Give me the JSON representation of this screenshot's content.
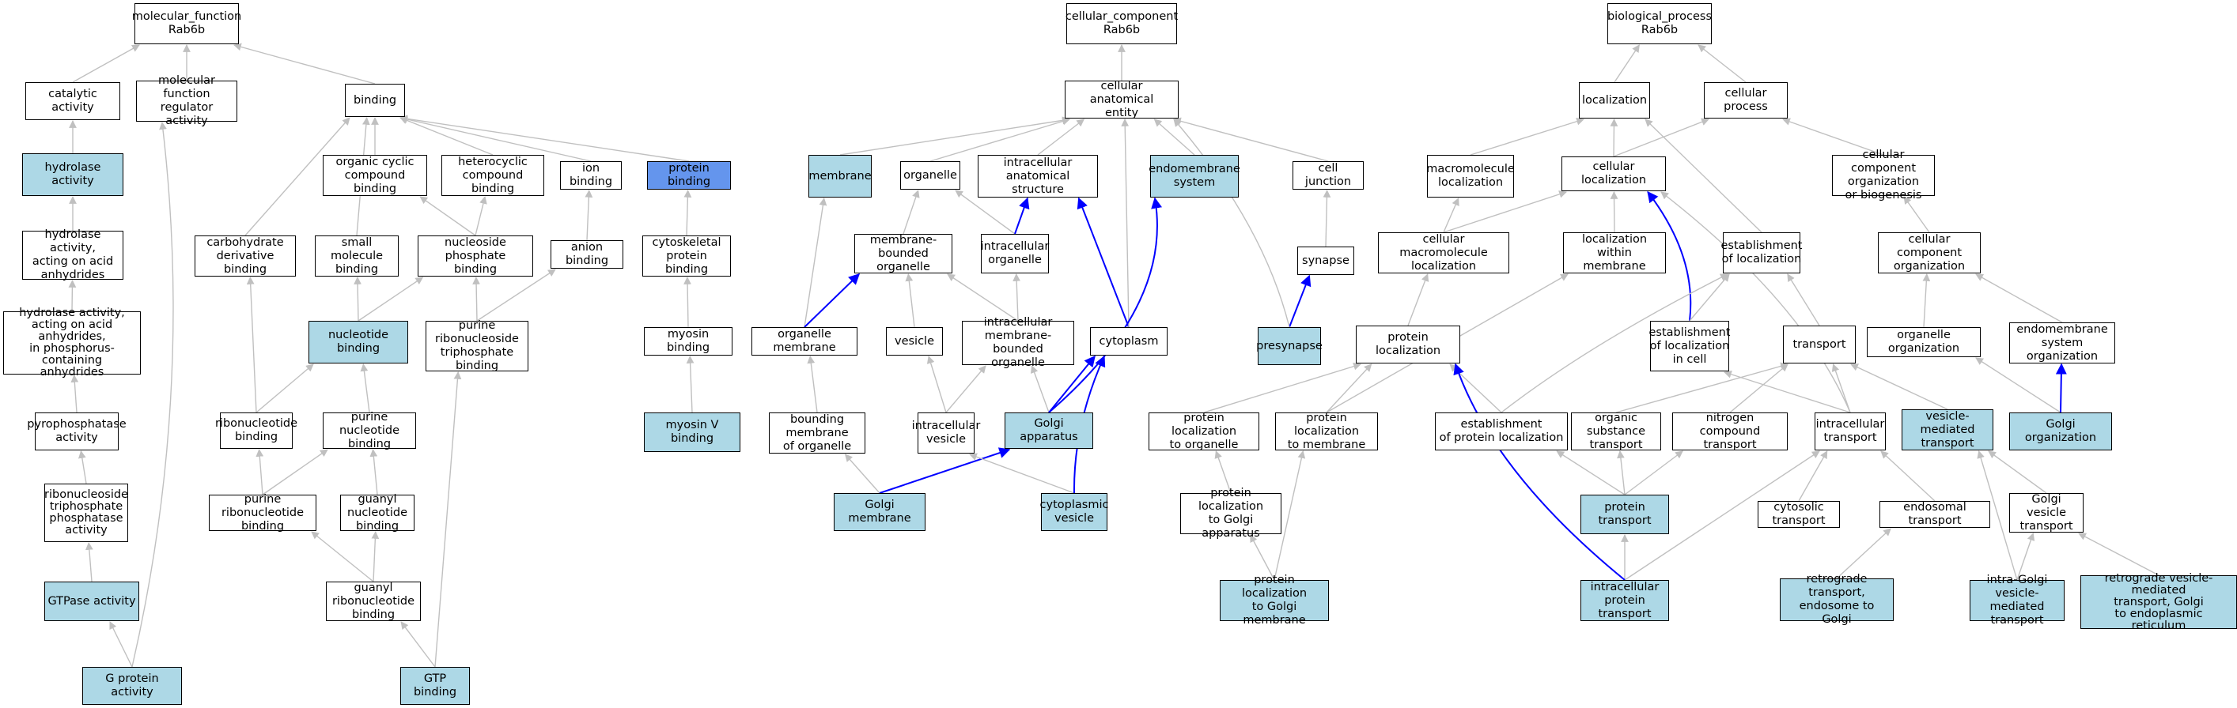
{
  "colors": {
    "normal": "#ffffff",
    "highlight": "#add8e6",
    "selected": "#6495ed",
    "edge_gray": "#c0c0c0",
    "edge_blue": "#0000ff"
  },
  "nodes": [
    {
      "id": "mf",
      "label": "molecular_function\nRab6b",
      "fill": "normal"
    },
    {
      "id": "catalytic",
      "label": "catalytic activity",
      "fill": "normal"
    },
    {
      "id": "mfreg",
      "label": "molecular function\nregulator activity",
      "fill": "normal"
    },
    {
      "id": "binding",
      "label": "binding",
      "fill": "normal"
    },
    {
      "id": "hydrolase",
      "label": "hydrolase activity",
      "fill": "highlight"
    },
    {
      "id": "organiccyclic",
      "label": "organic cyclic\ncompound binding",
      "fill": "normal"
    },
    {
      "id": "heterocyclic",
      "label": "heterocyclic\ncompound binding",
      "fill": "normal"
    },
    {
      "id": "ionbinding",
      "label": "ion binding",
      "fill": "normal"
    },
    {
      "id": "proteinbinding",
      "label": "protein binding",
      "fill": "selected"
    },
    {
      "id": "hydrolaseanh",
      "label": "hydrolase activity,\nacting on acid\nanhydrides",
      "fill": "normal"
    },
    {
      "id": "carbohydrate",
      "label": "carbohydrate\nderivative binding",
      "fill": "normal"
    },
    {
      "id": "smallmol",
      "label": "small molecule\nbinding",
      "fill": "normal"
    },
    {
      "id": "nucphos",
      "label": "nucleoside phosphate\nbinding",
      "fill": "normal"
    },
    {
      "id": "anion",
      "label": "anion binding",
      "fill": "normal"
    },
    {
      "id": "cytoskeletal",
      "label": "cytoskeletal\nprotein binding",
      "fill": "normal"
    },
    {
      "id": "hydrolasephos",
      "label": "hydrolase activity,\nacting on acid\nanhydrides,\nin phosphorus-containing\nanhydrides",
      "fill": "normal"
    },
    {
      "id": "nucleotidebinding",
      "label": "nucleotide binding",
      "fill": "highlight"
    },
    {
      "id": "purineribonucleosidetri",
      "label": "purine ribonucleoside\ntriphosphate\nbinding",
      "fill": "normal"
    },
    {
      "id": "myosin",
      "label": "myosin binding",
      "fill": "normal"
    },
    {
      "id": "pyrophosphatase",
      "label": "pyrophosphatase\nactivity",
      "fill": "normal"
    },
    {
      "id": "ribonucleotide",
      "label": "ribonucleotide\nbinding",
      "fill": "normal"
    },
    {
      "id": "purinenucleotide",
      "label": "purine nucleotide\nbinding",
      "fill": "normal"
    },
    {
      "id": "myosinV",
      "label": "myosin V binding",
      "fill": "highlight"
    },
    {
      "id": "ntpase",
      "label": "ribonucleoside\ntriphosphate\nphosphatase\nactivity",
      "fill": "normal"
    },
    {
      "id": "purineribonucleotide",
      "label": "purine ribonucleotide\nbinding",
      "fill": "normal"
    },
    {
      "id": "guanylnucleotide",
      "label": "guanyl nucleotide\nbinding",
      "fill": "normal"
    },
    {
      "id": "gtpase",
      "label": "GTPase activity",
      "fill": "highlight"
    },
    {
      "id": "guanylribo",
      "label": "guanyl ribonucleotide\nbinding",
      "fill": "normal"
    },
    {
      "id": "gprotein",
      "label": "G protein activity",
      "fill": "highlight"
    },
    {
      "id": "gtpbinding",
      "label": "GTP binding",
      "fill": "highlight"
    },
    {
      "id": "cc",
      "label": "cellular_component\nRab6b",
      "fill": "normal"
    },
    {
      "id": "cae",
      "label": "cellular anatomical\nentity",
      "fill": "normal"
    },
    {
      "id": "membrane",
      "label": "membrane",
      "fill": "highlight"
    },
    {
      "id": "organelle",
      "label": "organelle",
      "fill": "normal"
    },
    {
      "id": "ias",
      "label": "intracellular\nanatomical structure",
      "fill": "normal"
    },
    {
      "id": "endomembrane",
      "label": "endomembrane\nsystem",
      "fill": "highlight"
    },
    {
      "id": "celljunction",
      "label": "cell junction",
      "fill": "normal"
    },
    {
      "id": "mbo",
      "label": "membrane-bounded\norganelle",
      "fill": "normal"
    },
    {
      "id": "intorganelle",
      "label": "intracellular\norganelle",
      "fill": "normal"
    },
    {
      "id": "synapse",
      "label": "synapse",
      "fill": "normal"
    },
    {
      "id": "orgmembrane",
      "label": "organelle membrane",
      "fill": "normal"
    },
    {
      "id": "vesicle",
      "label": "vesicle",
      "fill": "normal"
    },
    {
      "id": "imbo",
      "label": "intracellular\nmembrane-bounded\norganelle",
      "fill": "normal"
    },
    {
      "id": "cytoplasm",
      "label": "cytoplasm",
      "fill": "normal"
    },
    {
      "id": "presynapse",
      "label": "presynapse",
      "fill": "highlight"
    },
    {
      "id": "boundingmem",
      "label": "bounding membrane\nof organelle",
      "fill": "normal"
    },
    {
      "id": "intvesicle",
      "label": "intracellular\nvesicle",
      "fill": "normal"
    },
    {
      "id": "golgi",
      "label": "Golgi apparatus",
      "fill": "highlight"
    },
    {
      "id": "golgimem",
      "label": "Golgi membrane",
      "fill": "highlight"
    },
    {
      "id": "cytovesicle",
      "label": "cytoplasmic\nvesicle",
      "fill": "highlight"
    },
    {
      "id": "bp",
      "label": "biological_process\nRab6b",
      "fill": "normal"
    },
    {
      "id": "localization",
      "label": "localization",
      "fill": "normal"
    },
    {
      "id": "cellprocess",
      "label": "cellular process",
      "fill": "normal"
    },
    {
      "id": "macroloc",
      "label": "macromolecule\nlocalization",
      "fill": "normal"
    },
    {
      "id": "cellloc",
      "label": "cellular localization",
      "fill": "normal"
    },
    {
      "id": "ccob",
      "label": "cellular component\norganization\nor biogenesis",
      "fill": "normal"
    },
    {
      "id": "cellmacroloc",
      "label": "cellular macromolecule\nlocalization",
      "fill": "normal"
    },
    {
      "id": "locwithinmem",
      "label": "localization\nwithin membrane",
      "fill": "normal"
    },
    {
      "id": "estloc",
      "label": "establishment\nof localization",
      "fill": "normal"
    },
    {
      "id": "cco",
      "label": "cellular component\norganization",
      "fill": "normal"
    },
    {
      "id": "protloc",
      "label": "protein localization",
      "fill": "normal"
    },
    {
      "id": "estlocincell",
      "label": "establishment\nof localization\nin cell",
      "fill": "normal"
    },
    {
      "id": "transport",
      "label": "transport",
      "fill": "normal"
    },
    {
      "id": "orgorg",
      "label": "organelle organization",
      "fill": "normal"
    },
    {
      "id": "endomemorg",
      "label": "endomembrane\nsystem organization",
      "fill": "normal"
    },
    {
      "id": "protloctoorg",
      "label": "protein localization\nto organelle",
      "fill": "normal"
    },
    {
      "id": "protloctomem",
      "label": "protein localization\nto membrane",
      "fill": "normal"
    },
    {
      "id": "estprotloc",
      "label": "establishment\nof protein localization",
      "fill": "normal"
    },
    {
      "id": "organicsub",
      "label": "organic substance\ntransport",
      "fill": "normal"
    },
    {
      "id": "nitrogen",
      "label": "nitrogen compound\ntransport",
      "fill": "normal"
    },
    {
      "id": "inttransport",
      "label": "intracellular\ntransport",
      "fill": "normal"
    },
    {
      "id": "vesiclemediated",
      "label": "vesicle-mediated\ntransport",
      "fill": "highlight"
    },
    {
      "id": "golgiorg",
      "label": "Golgi organization",
      "fill": "highlight"
    },
    {
      "id": "protloctogolgi",
      "label": "protein localization\nto Golgi apparatus",
      "fill": "normal"
    },
    {
      "id": "proteintransport",
      "label": "protein transport",
      "fill": "highlight"
    },
    {
      "id": "cytosolic",
      "label": "cytosolic transport",
      "fill": "normal"
    },
    {
      "id": "endosomal",
      "label": "endosomal transport",
      "fill": "normal"
    },
    {
      "id": "golgivesicle",
      "label": "Golgi vesicle\ntransport",
      "fill": "normal"
    },
    {
      "id": "protloctogolgimem",
      "label": "protein localization\nto Golgi membrane",
      "fill": "highlight"
    },
    {
      "id": "intprottransport",
      "label": "intracellular\nprotein transport",
      "fill": "highlight"
    },
    {
      "id": "retroendo",
      "label": "retrograde transport,\nendosome to\nGolgi",
      "fill": "highlight"
    },
    {
      "id": "intragolgi",
      "label": "intra-Golgi\nvesicle-mediated\ntransport",
      "fill": "highlight"
    },
    {
      "id": "retrovesicle",
      "label": "retrograde vesicle-mediated\ntransport, Golgi\nto endoplasmic\nreticulum",
      "fill": "highlight"
    }
  ],
  "edges": [
    [
      "catalytic",
      "mf",
      "gray"
    ],
    [
      "mfreg",
      "mf",
      "gray"
    ],
    [
      "binding",
      "mf",
      "gray"
    ],
    [
      "hydrolase",
      "catalytic",
      "gray"
    ],
    [
      "organiccyclic",
      "binding",
      "gray"
    ],
    [
      "heterocyclic",
      "binding",
      "gray"
    ],
    [
      "ionbinding",
      "binding",
      "gray"
    ],
    [
      "proteinbinding",
      "binding",
      "gray"
    ],
    [
      "carbohydrate",
      "binding",
      "gray"
    ],
    [
      "smallmol",
      "binding",
      "gray"
    ],
    [
      "hydrolaseanh",
      "hydrolase",
      "gray"
    ],
    [
      "nucphos",
      "organiccyclic",
      "gray"
    ],
    [
      "nucphos",
      "heterocyclic",
      "gray"
    ],
    [
      "anion",
      "ionbinding",
      "gray"
    ],
    [
      "cytoskeletal",
      "proteinbinding",
      "gray"
    ],
    [
      "hydrolasephos",
      "hydrolaseanh",
      "gray"
    ],
    [
      "nucleotidebinding",
      "smallmol",
      "gray"
    ],
    [
      "nucleotidebinding",
      "nucphos",
      "gray"
    ],
    [
      "purineribonucleosidetri",
      "nucphos",
      "gray"
    ],
    [
      "purineribonucleosidetri",
      "anion",
      "gray"
    ],
    [
      "myosin",
      "cytoskeletal",
      "gray"
    ],
    [
      "pyrophosphatase",
      "hydrolasephos",
      "gray"
    ],
    [
      "ribonucleotide",
      "carbohydrate",
      "gray"
    ],
    [
      "ribonucleotide",
      "nucleotidebinding",
      "gray"
    ],
    [
      "purinenucleotide",
      "nucleotidebinding",
      "gray"
    ],
    [
      "myosinV",
      "myosin",
      "gray"
    ],
    [
      "ntpase",
      "pyrophosphatase",
      "gray"
    ],
    [
      "purineribonucleotide",
      "ribonucleotide",
      "gray"
    ],
    [
      "purineribonucleotide",
      "purinenucleotide",
      "gray"
    ],
    [
      "guanylnucleotide",
      "purinenucleotide",
      "gray"
    ],
    [
      "gtpase",
      "ntpase",
      "gray"
    ],
    [
      "guanylribo",
      "purineribonucleotide",
      "gray"
    ],
    [
      "guanylribo",
      "guanylnucleotide",
      "gray"
    ],
    [
      "gprotein",
      "gtpase",
      "gray"
    ],
    [
      "gprotein",
      "mfreg",
      "gray"
    ],
    [
      "gtpbinding",
      "guanylribo",
      "gray"
    ],
    [
      "gtpbinding",
      "purineribonucleosidetri",
      "gray"
    ],
    [
      "cae",
      "cc",
      "gray"
    ],
    [
      "membrane",
      "cae",
      "gray"
    ],
    [
      "organelle",
      "cae",
      "gray"
    ],
    [
      "ias",
      "cae",
      "gray"
    ],
    [
      "endomembrane",
      "cae",
      "gray"
    ],
    [
      "celljunction",
      "cae",
      "gray"
    ],
    [
      "mbo",
      "organelle",
      "gray"
    ],
    [
      "intorganelle",
      "organelle",
      "gray"
    ],
    [
      "intorganelle",
      "ias",
      "blue"
    ],
    [
      "synapse",
      "celljunction",
      "gray"
    ],
    [
      "orgmembrane",
      "membrane",
      "gray"
    ],
    [
      "orgmembrane",
      "mbo",
      "blue"
    ],
    [
      "vesicle",
      "mbo",
      "gray"
    ],
    [
      "imbo",
      "mbo",
      "gray"
    ],
    [
      "imbo",
      "intorganelle",
      "gray"
    ],
    [
      "cytoplasm",
      "ias",
      "blue"
    ],
    [
      "cytoplasm",
      "cae",
      "gray"
    ],
    [
      "presynapse",
      "synapse",
      "blue"
    ],
    [
      "presynapse",
      "cae",
      "gray"
    ],
    [
      "boundingmem",
      "orgmembrane",
      "gray"
    ],
    [
      "intvesicle",
      "vesicle",
      "gray"
    ],
    [
      "intvesicle",
      "imbo",
      "gray"
    ],
    [
      "golgi",
      "imbo",
      "gray"
    ],
    [
      "golgi",
      "cytoplasm",
      "blue"
    ],
    [
      "golgi",
      "endomembrane",
      "blue"
    ],
    [
      "golgimem",
      "boundingmem",
      "gray"
    ],
    [
      "golgimem",
      "golgi",
      "blue"
    ],
    [
      "cytovesicle",
      "intvesicle",
      "gray"
    ],
    [
      "cytovesicle",
      "cytoplasm",
      "blue"
    ],
    [
      "localization",
      "bp",
      "gray"
    ],
    [
      "cellprocess",
      "bp",
      "gray"
    ],
    [
      "macroloc",
      "localization",
      "gray"
    ],
    [
      "cellloc",
      "localization",
      "gray"
    ],
    [
      "cellloc",
      "cellprocess",
      "gray"
    ],
    [
      "ccob",
      "cellprocess",
      "gray"
    ],
    [
      "cellmacroloc",
      "macroloc",
      "gray"
    ],
    [
      "cellmacroloc",
      "cellloc",
      "gray"
    ],
    [
      "locwithinmem",
      "cellloc",
      "gray"
    ],
    [
      "estloc",
      "localization",
      "gray"
    ],
    [
      "cco",
      "ccob",
      "gray"
    ],
    [
      "protloc",
      "cellmacroloc",
      "gray"
    ],
    [
      "estlocincell",
      "cellloc",
      "blue"
    ],
    [
      "estlocincell",
      "estloc",
      "gray"
    ],
    [
      "transport",
      "estloc",
      "gray"
    ],
    [
      "orgorg",
      "cco",
      "gray"
    ],
    [
      "endomemorg",
      "cco",
      "gray"
    ],
    [
      "protloctoorg",
      "protloc",
      "gray"
    ],
    [
      "protloctomem",
      "protloc",
      "gray"
    ],
    [
      "protloctomem",
      "locwithinmem",
      "gray"
    ],
    [
      "estprotloc",
      "protloc",
      "gray"
    ],
    [
      "estprotloc",
      "estloc",
      "gray"
    ],
    [
      "organicsub",
      "transport",
      "gray"
    ],
    [
      "nitrogen",
      "transport",
      "gray"
    ],
    [
      "inttransport",
      "transport",
      "gray"
    ],
    [
      "inttransport",
      "estlocincell",
      "gray"
    ],
    [
      "inttransport",
      "cellloc",
      "gray"
    ],
    [
      "vesiclemediated",
      "transport",
      "gray"
    ],
    [
      "golgiorg",
      "orgorg",
      "gray"
    ],
    [
      "golgiorg",
      "endomemorg",
      "blue"
    ],
    [
      "protloctogolgi",
      "protloctoorg",
      "gray"
    ],
    [
      "proteintransport",
      "estprotloc",
      "gray"
    ],
    [
      "proteintransport",
      "organicsub",
      "gray"
    ],
    [
      "proteintransport",
      "nitrogen",
      "gray"
    ],
    [
      "cytosolic",
      "inttransport",
      "gray"
    ],
    [
      "endosomal",
      "inttransport",
      "gray"
    ],
    [
      "golgivesicle",
      "vesiclemediated",
      "gray"
    ],
    [
      "protloctogolgimem",
      "protloctogolgi",
      "gray"
    ],
    [
      "protloctogolgimem",
      "protloctomem",
      "gray"
    ],
    [
      "intprottransport",
      "proteintransport",
      "gray"
    ],
    [
      "intprottransport",
      "inttransport",
      "gray"
    ],
    [
      "intprottransport",
      "protloc",
      "blue"
    ],
    [
      "retroendo",
      "endosomal",
      "gray"
    ],
    [
      "intragolgi",
      "golgivesicle",
      "gray"
    ],
    [
      "intragolgi",
      "vesiclemediated",
      "gray"
    ],
    [
      "retrovesicle",
      "golgivesicle",
      "gray"
    ]
  ]
}
